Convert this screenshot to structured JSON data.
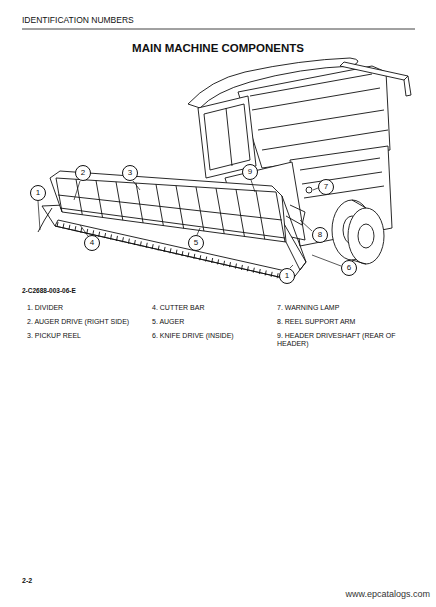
{
  "diagram": {
    "title": "MAIN MACHINE COMPONENTS",
    "nodes": [
      {
        "text": [
          "1"
        ]
      },
      {
        "text": [
          "2"
        ]
      },
      {
        "text": [
          "3"
        ]
      },
      {
        "text": [
          "9"
        ]
      },
      {
        "text": [
          "7"
        ]
      },
      {
        "text": [
          "8"
        ]
      },
      {
        "text": [
          "4"
        ]
      },
      {
        "text": [
          "5"
        ]
      },
      {
        "text": [
          "1"
        ]
      },
      {
        "text": [
          "6"
        ]
      }
    ],
    "labels": [
      "IDENTIFICATION NUMBERS",
      "2-C2688-003-06-E",
      "1. DIVIDER",
      "2. AUGER DRIVE (RIGHT SIDE)",
      "3. PICKUP REEL",
      "4. CUTTER BAR",
      "5. AUGER",
      "6. KNIFE DRIVE (INSIDE)",
      "7. WARNING LAMP",
      "8. REEL SUPPORT ARM",
      "9. HEADER DRIVESHAFT (REAR OF HEADER)",
      "2-2",
      "www.epcatalogs.com"
    ]
  }
}
